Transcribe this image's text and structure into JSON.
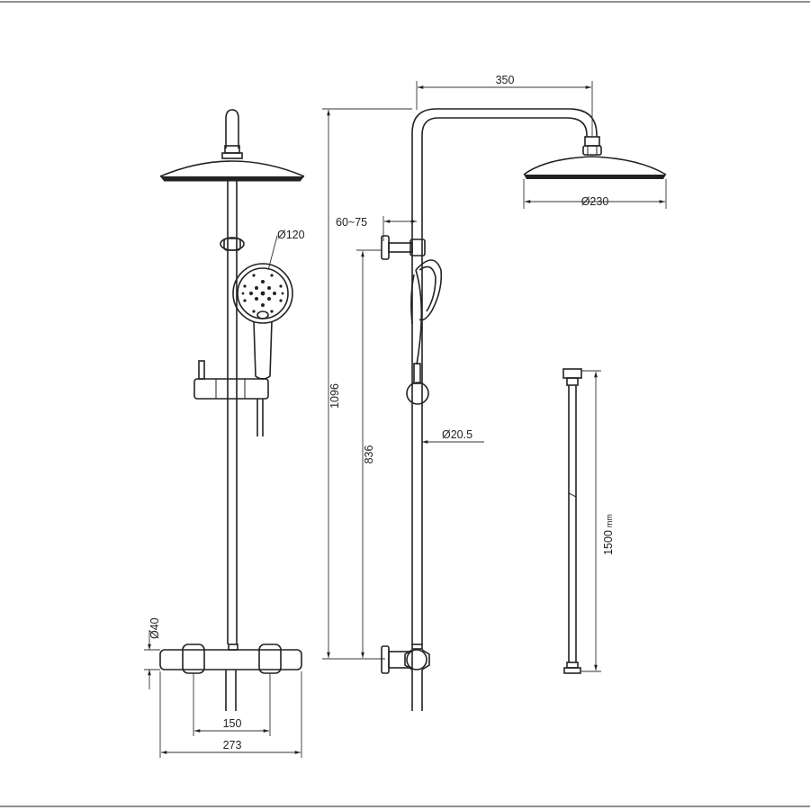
{
  "labels": {
    "head_diameter": "Ø230",
    "handshower_diameter": "Ø120",
    "arm_length": "350",
    "arm_offset": "60~75",
    "total_height": "1096",
    "bar_height": "836",
    "pipe_diameter": "Ø20.5",
    "valve_diameter": "Ø40",
    "centers_width": "150",
    "valve_width": "273",
    "hose_length": "1500",
    "hose_unit": "mm"
  }
}
